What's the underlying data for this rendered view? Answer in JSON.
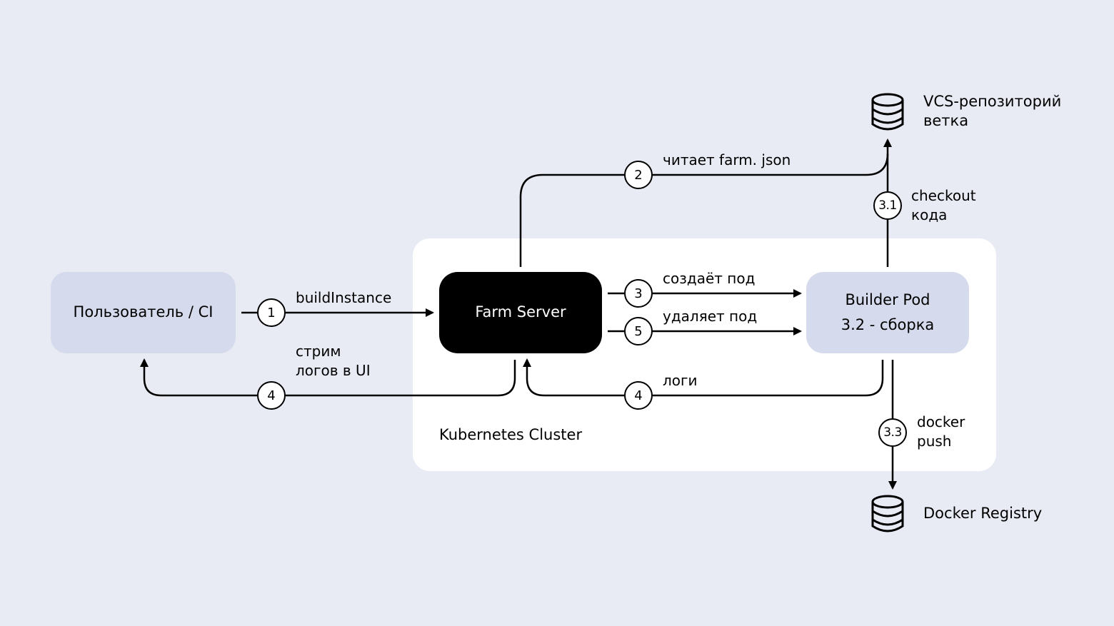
{
  "nodes": {
    "user": "Пользователь / CI",
    "farm_server": "Farm Server",
    "builder_pod": "Builder Pod",
    "builder_pod_sub": "3.2 - сборка",
    "cluster": "Kubernetes Cluster",
    "vcs_line1": "VCS-репозиторий",
    "vcs_line2": "ветка",
    "registry": "Docker Registry"
  },
  "steps": {
    "s1": "1",
    "s2": "2",
    "s3": "3",
    "s5": "5",
    "s4_logs": "4",
    "s4_stream": "4",
    "s31": "3.1",
    "s33": "3.3"
  },
  "edges": {
    "build_instance": "buildInstance",
    "reads_farm_json": "читает farm. json",
    "creates_pod": "создаёт под",
    "deletes_pod": "удаляет под",
    "logs": "логи",
    "stream_line1": "стрим",
    "stream_line2": "логов в UI",
    "checkout_line1": "checkout",
    "checkout_line2": "кода",
    "docker_line1": "docker",
    "docker_line2": "push"
  },
  "colors": {
    "background": "#e8ebf4",
    "cluster": "#ffffff",
    "node_fill": "#d5dbec",
    "farm_fill": "#000000"
  }
}
